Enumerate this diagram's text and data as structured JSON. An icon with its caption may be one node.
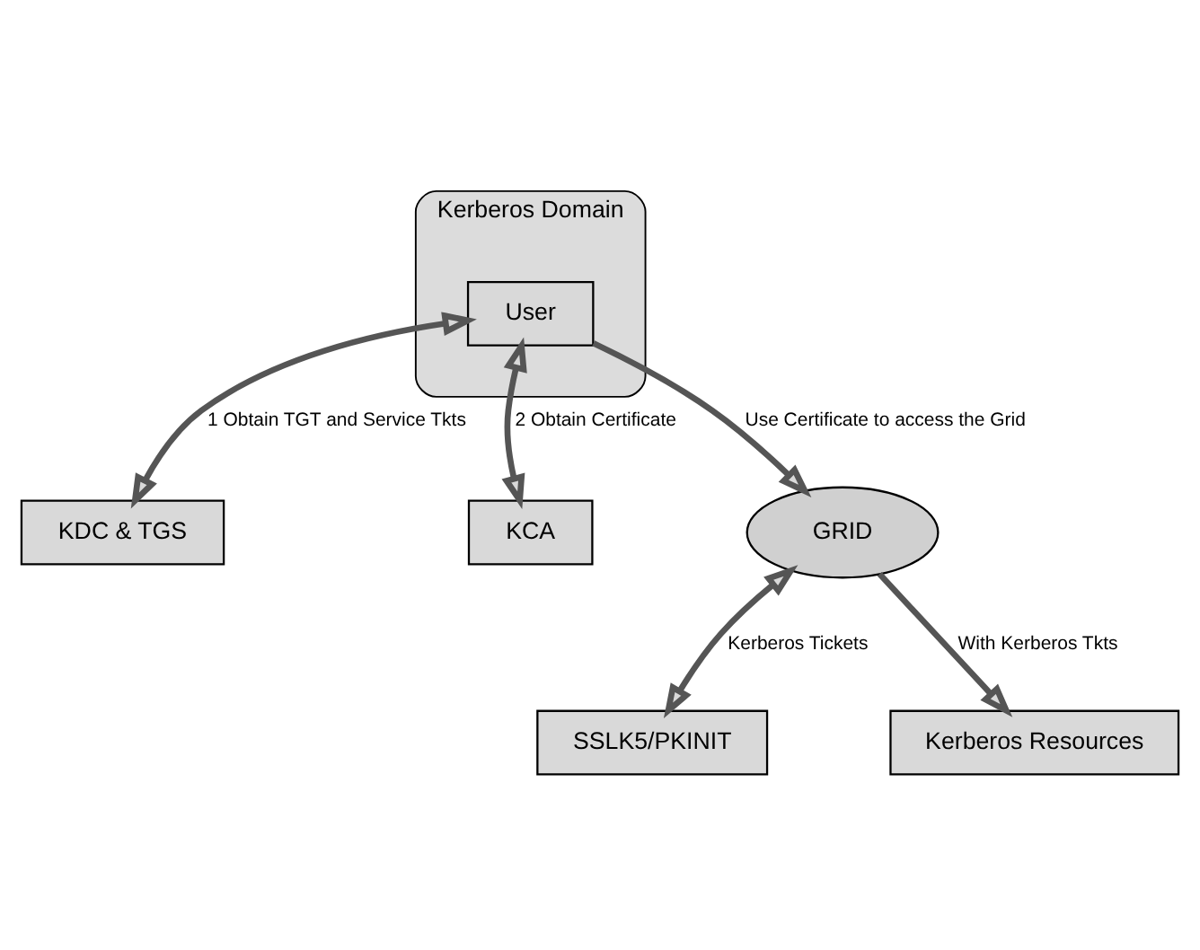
{
  "diagram": {
    "nodes": [
      {
        "text": [
          "Kerberos Domain"
        ]
      },
      {
        "text": [
          "User"
        ],
        "in": 0
      },
      {
        "text": [
          "KDC & TGS"
        ]
      },
      {
        "text": [
          "KCA"
        ]
      },
      {
        "text": [
          "GRID"
        ]
      },
      {
        "text": [
          "SSLK5/PKINIT"
        ]
      },
      {
        "text": [
          "Kerberos Resources"
        ]
      }
    ],
    "edges": [
      {
        "from": 1,
        "to": 2,
        "arrow": "both",
        "label": "1 Obtain TGT and Service Tkts"
      },
      {
        "from": 1,
        "to": 3,
        "arrow": "both",
        "label": "2 Obtain Certificate"
      },
      {
        "from": 1,
        "to": 4,
        "arrow": "to",
        "label": "Use Certificate to access the Grid"
      },
      {
        "from": 4,
        "to": 5,
        "arrow": "both",
        "label": "Kerberos Tickets"
      },
      {
        "from": 4,
        "to": 6,
        "arrow": "to",
        "label": "With Kerberos Tkts"
      }
    ]
  }
}
